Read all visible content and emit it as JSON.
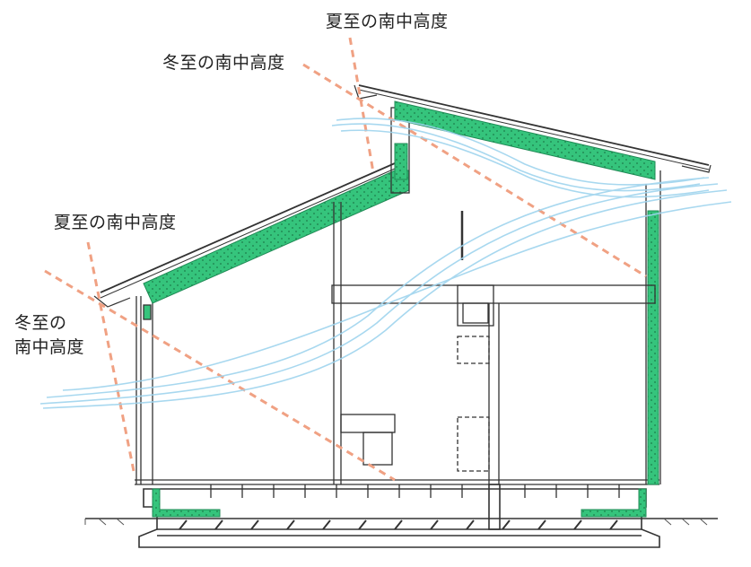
{
  "colors": {
    "insulation_fill": "#2eb872",
    "insulation_stroke": "#1f8a55",
    "sun_line": "#f0a183",
    "wind_line": "#9fd4ee",
    "structure": "#333333"
  },
  "labels": {
    "summer_upper": "夏至の南中高度",
    "winter_upper": "冬至の南中高度",
    "summer_lower": "夏至の南中高度",
    "winter_lower_line1": "冬至の",
    "winter_lower_line2": "南中高度"
  },
  "icons": {
    "sun_ray": "dashed-line",
    "wind_flow": "wavy-line",
    "insulation": "hatched-green"
  }
}
